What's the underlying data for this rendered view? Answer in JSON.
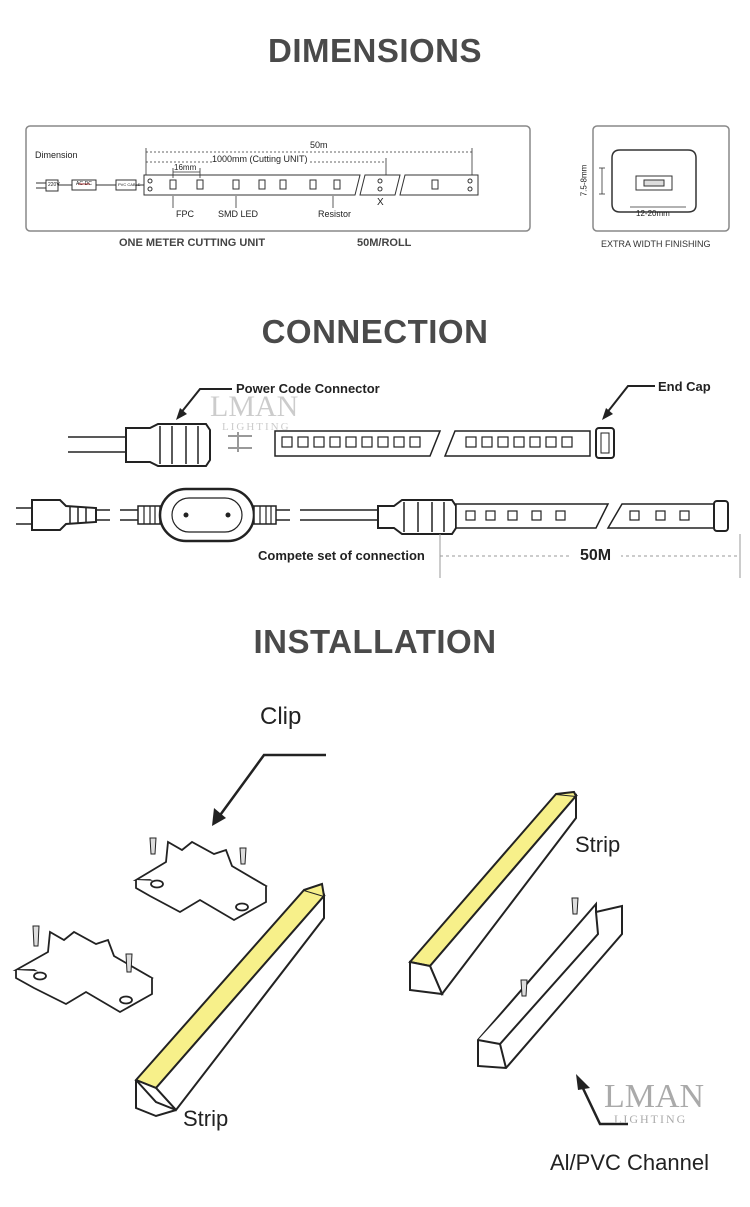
{
  "sections": {
    "dimensions": "DIMENSIONS",
    "connection": "CONNECTION",
    "installation": "INSTALLATION"
  },
  "dimensions": {
    "dimension_label": "Dimension",
    "length_total": "50m",
    "cutting_unit": "1000mm (Cutting UNIT)",
    "pitch": "16mm",
    "plug_text": "220V",
    "driver_text": "AC-DC",
    "cable_text": "PVC CABLE",
    "fpc": "FPC",
    "smd_led": "SMD LED",
    "resistor": "Resistor",
    "cut_mark": "X",
    "caption_unit": "ONE METER CUTTING UNIT",
    "caption_roll": "50M/ROLL",
    "height_range": "7.5-8mm",
    "width_range": "12-20mm",
    "caption_finish": "EXTRA WIDTH FINISHING"
  },
  "connection": {
    "power_connector": "Power Code Connector",
    "end_cap": "End Cap",
    "complete_set": "Compete set of connection",
    "length": "50M"
  },
  "installation": {
    "clip": "Clip",
    "strip_left": "Strip",
    "strip_right": "Strip",
    "channel": "Al/PVC Channel"
  },
  "watermark": {
    "brand": "LMAN",
    "sub": "LIGHTING"
  },
  "colors": {
    "heading": "#4a4a4a",
    "strip_yellow": "#f7f08a",
    "line": "#222222"
  }
}
